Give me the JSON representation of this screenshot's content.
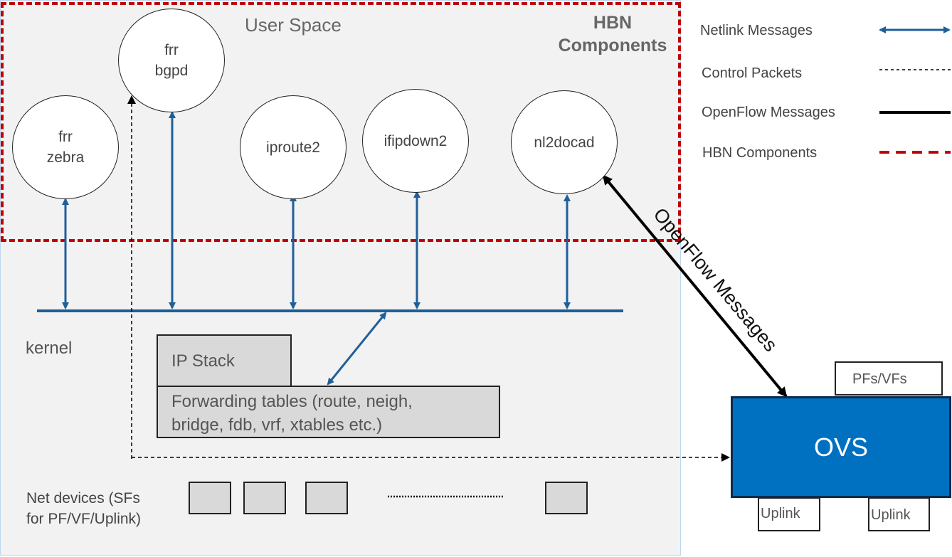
{
  "regions": {
    "user_space_label": "User Space",
    "hbn_title": "HBN\nComponents",
    "kernel_label": "kernel",
    "net_devices_label": "Net devices (SFs\nfor PF/VF/Uplink)"
  },
  "processes": {
    "frr_bgpd": "frr\nbgpd",
    "frr_zebra": "frr\nzebra",
    "iproute2": "iproute2",
    "ifipdown2": "ifipdown2",
    "nl2docad": "nl2docad"
  },
  "kernel_boxes": {
    "ip_stack": "IP Stack",
    "forwarding_tables": "Forwarding tables (route, neigh,\nbridge, fdb, vrf, xtables etc.)"
  },
  "ovs": {
    "label": "OVS",
    "pfs_vfs": "PFs/VFs",
    "uplink_1": "Uplink",
    "uplink_2": "Uplink"
  },
  "openflow_arrow_label": "OpenFlow Messages",
  "legend": {
    "netlink": "Netlink Messages",
    "control": "Control Packets",
    "openflow": "OpenFlow Messages",
    "hbn": "HBN Components"
  },
  "colors": {
    "netlink_blue": "#1f5f99",
    "hbn_red": "#c00000",
    "ovs_blue": "#0070c0",
    "panel_gray": "#f2f2f2"
  }
}
